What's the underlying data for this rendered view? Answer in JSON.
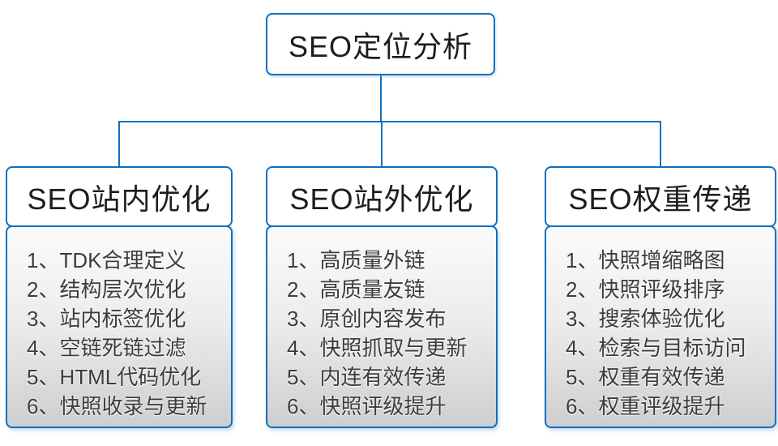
{
  "diagram": {
    "root": {
      "title": "SEO定位分析"
    },
    "columns": [
      {
        "title": "SEO站内优化",
        "items": [
          "1、TDK合理定义",
          "2、结构层次优化",
          "3、站内标签优化",
          "4、空链死链过滤",
          "5、HTML代码优化",
          "6、快照收录与更新"
        ]
      },
      {
        "title": "SEO站外优化",
        "items": [
          "1、高质量外链",
          "2、高质量友链",
          "3、原创内容发布",
          "4、快照抓取与更新",
          "5、内连有效传递",
          "6、快照评级提升"
        ]
      },
      {
        "title": "SEO权重传递",
        "items": [
          "1、快照增缩略图",
          "2、快照评级排序",
          "3、搜索体验优化",
          "4、检索与目标访问",
          "5、权重有效传递",
          "6、权重评级提升"
        ]
      }
    ],
    "colors": {
      "line_blue": "#0c70c1",
      "body_gradient_bottom": "#cecece"
    }
  }
}
